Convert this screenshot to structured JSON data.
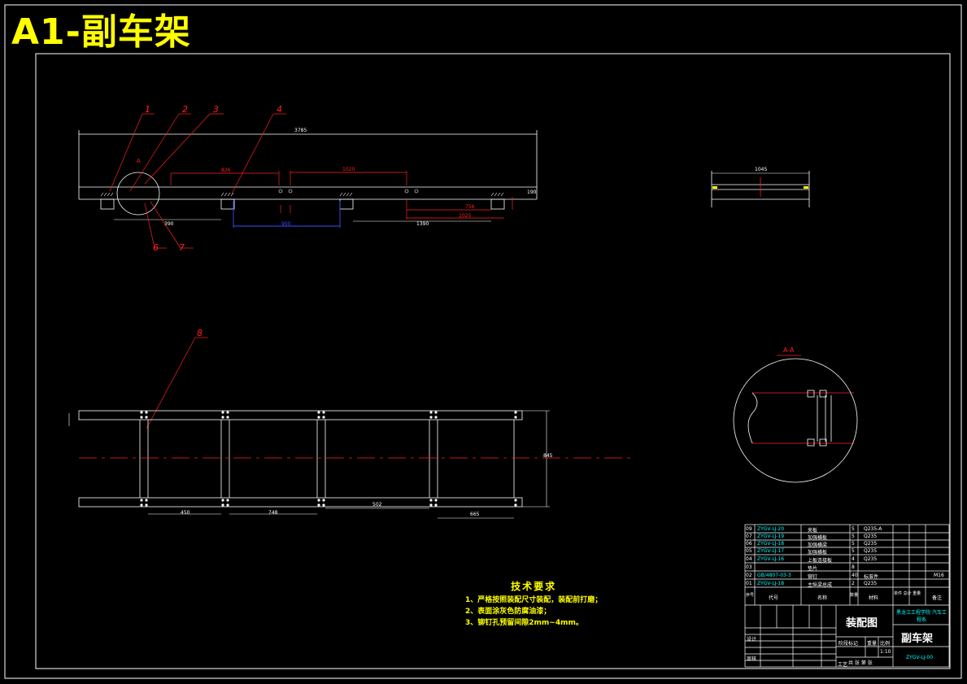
{
  "title": "A1-副车架",
  "callouts": [
    "1",
    "2",
    "3",
    "4",
    "6",
    "7",
    "8"
  ],
  "section_label": "A",
  "section_title": "A-A",
  "dims": {
    "top_overall": "3785",
    "top_left": "826",
    "top_mid": "1020",
    "top_r1": "756",
    "top_r2": "1025",
    "top_bot_left": "390",
    "top_bot_mid": "900",
    "top_bot_right": "1390",
    "top_height": "190",
    "side_width": "1045",
    "plan_width": "845",
    "plan_b1": "450",
    "plan_b2": "748",
    "plan_b3": "502",
    "plan_b4": "665"
  },
  "tech": {
    "heading": "技术要求",
    "items": [
      "1、严格按照装配尺寸装配，装配前打磨；",
      "2、表面涂灰色防腐油漆；",
      "3、铆钉孔预留间隙2mm~4mm。"
    ]
  },
  "bom": [
    {
      "no": "09",
      "code": "ZYGV-LJ-20",
      "name": "夹板",
      "qty": "5",
      "mat": "Q235-A",
      "note": ""
    },
    {
      "no": "07",
      "code": "ZYGV-LJ-19",
      "name": "加强横板",
      "qty": "5",
      "mat": "Q235",
      "note": ""
    },
    {
      "no": "06",
      "code": "ZYGV-LJ-18",
      "name": "加强横梁",
      "qty": "5",
      "mat": "Q235",
      "note": ""
    },
    {
      "no": "05",
      "code": "ZYGV-LJ-17",
      "name": "加强横板",
      "qty": "5",
      "mat": "Q235",
      "note": ""
    },
    {
      "no": "04",
      "code": "ZYGV-LJ-16",
      "name": "上板连接板",
      "qty": "4",
      "mat": "Q235",
      "note": ""
    },
    {
      "no": "03",
      "code": "",
      "name": "垫片",
      "qty": "8",
      "mat": "",
      "note": ""
    },
    {
      "no": "02",
      "code": "GB/4807-03-3",
      "name": "铆钉",
      "qty": "40",
      "mat": "标准件",
      "note": "M16"
    },
    {
      "no": "01",
      "code": "ZYGV-LJ-18",
      "name": "主纵梁总成",
      "qty": "2",
      "mat": "Q235",
      "note": ""
    }
  ],
  "bom_header": {
    "no": "序号",
    "code": "代号",
    "name": "名称",
    "qty": "数量",
    "mat": "材料",
    "weight": "单件 总计 重量",
    "note": "备注"
  },
  "titleblock": {
    "drawing_type": "装配图",
    "school": "黑龙江工程学院 汽车工程系",
    "part_name": "副车架",
    "scale": "1:10",
    "drawing_no": "ZYGV-LJ-00",
    "stage": "阶段标记",
    "weight": "重量",
    "scale_label": "比例",
    "design": "设计",
    "review": "审核",
    "process": "工艺",
    "sheet": "共 张  第 张"
  }
}
